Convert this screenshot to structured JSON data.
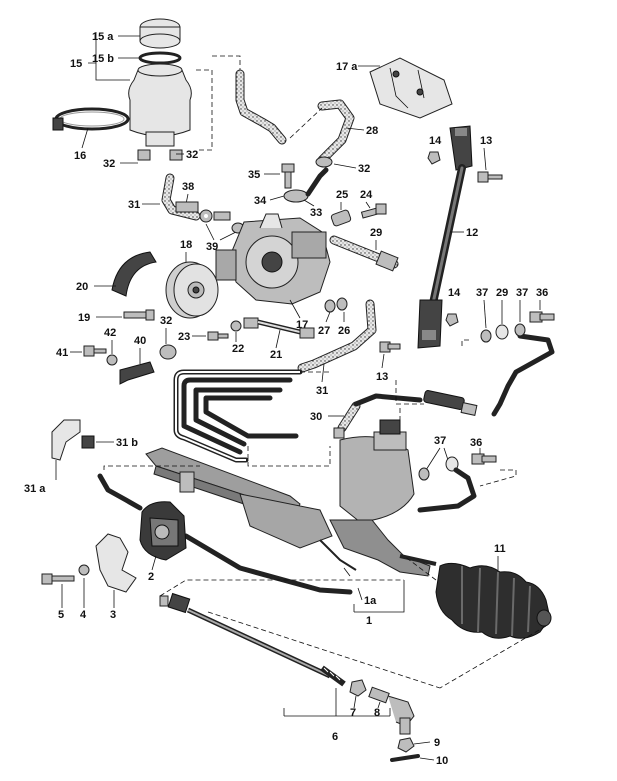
{
  "labels": {
    "l1": "1",
    "l1a": "1a",
    "l2": "2",
    "l3": "3",
    "l4": "4",
    "l5": "5",
    "l6": "6",
    "l7": "7",
    "l8": "8",
    "l9": "9",
    "l10": "10",
    "l11": "11",
    "l12": "12",
    "l13a": "13",
    "l13b": "13",
    "l14a": "14",
    "l14b": "14",
    "l15": "15",
    "l15a": "15 a",
    "l15b": "15 b",
    "l16": "16",
    "l17": "17",
    "l17a": "17 a",
    "l18": "18",
    "l19": "19",
    "l20": "20",
    "l21": "21",
    "l22": "22",
    "l23": "23",
    "l24": "24",
    "l25": "25",
    "l26": "26",
    "l27": "27",
    "l28": "28",
    "l29a": "29",
    "l29b": "29",
    "l30": "30",
    "l31a": "31",
    "l31b": "31",
    "l31bb": "31 b",
    "l31aa": "31 a",
    "l32a": "32",
    "l32b": "32",
    "l32c": "32",
    "l32d": "32",
    "l33": "33",
    "l34": "34",
    "l35": "35",
    "l36a": "36",
    "l36b": "36",
    "l37a": "37",
    "l37b": "37",
    "l37c": "37",
    "l38": "38",
    "l39": "39",
    "l40": "40",
    "l41": "41",
    "l42": "42"
  },
  "colors": {
    "background": "#ffffff",
    "line": "#111111",
    "metal": "#bdbdbd",
    "hose_speckle": "#cfcfcf"
  }
}
